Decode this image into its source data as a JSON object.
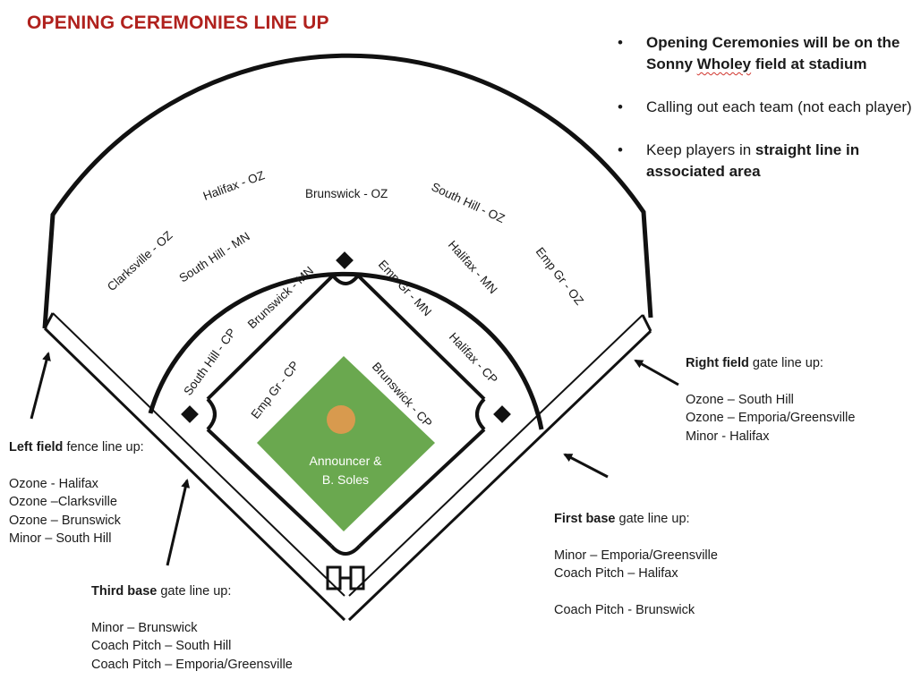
{
  "title": "OPENING CEREMONIES LINE UP",
  "colors": {
    "title": "#b0211d",
    "infield": "#6aa84f",
    "mound": "#d89a4e",
    "lines": "#111111"
  },
  "notes": [
    {
      "parts": [
        {
          "text": "Opening Ceremonies will be on the Sonny ",
          "bold": true
        },
        {
          "text": "Wholey",
          "bold": true,
          "squiggle": true
        },
        {
          "text": " field at stadium",
          "bold": true
        }
      ]
    },
    {
      "parts": [
        {
          "text": "Calling out each team (not each player)",
          "bold": false
        }
      ]
    },
    {
      "parts": [
        {
          "text": "Keep players in ",
          "bold": false
        },
        {
          "text": "straight line in associated area",
          "bold": true
        }
      ]
    }
  ],
  "outfield_labels": [
    {
      "id": "clarksville-oz",
      "text": "Clarksville - OZ"
    },
    {
      "id": "halifax-oz",
      "text": "Halifax - OZ"
    },
    {
      "id": "brunswick-oz",
      "text": "Brunswick - OZ"
    },
    {
      "id": "south-hill-oz",
      "text": "South Hill - OZ"
    },
    {
      "id": "emp-gr-oz",
      "text": "Emp Gr - OZ"
    },
    {
      "id": "south-hill-mn",
      "text": "South Hill - MN"
    },
    {
      "id": "halifax-mn",
      "text": "Halifax - MN"
    },
    {
      "id": "south-hill-cp",
      "text": "South Hill - CP"
    },
    {
      "id": "brunswick-mn",
      "text": "Brunswick - MN"
    },
    {
      "id": "emp-gr-mn",
      "text": "Emp Gr - MN"
    },
    {
      "id": "halifax-cp",
      "text": "Halifax - CP"
    },
    {
      "id": "emp-gr-cp",
      "text": "Emp Gr - CP"
    },
    {
      "id": "brunswick-cp",
      "text": "Brunswick - CP"
    }
  ],
  "announcer": {
    "line1": "Announcer &",
    "line2": "B. Soles"
  },
  "right_field": {
    "head_bold": "Right field",
    "head_rest": " gate line up:",
    "lines": [
      "Ozone – South Hill",
      "Ozone – Emporia/Greensville",
      "Minor - Halifax"
    ]
  },
  "left_field": {
    "head_bold": "Left field",
    "head_rest": " fence line up:",
    "lines": [
      "Ozone - Halifax",
      "Ozone –Clarksville",
      "Ozone – Brunswick",
      "Minor – South Hill"
    ]
  },
  "first_base": {
    "head_bold": "First base",
    "head_rest": " gate line up:",
    "lines": [
      "Minor – Emporia/Greensville",
      "Coach Pitch – Halifax",
      "",
      "Coach Pitch - Brunswick"
    ]
  },
  "third_base": {
    "head_bold": "Third base",
    "head_rest": " gate line up:",
    "lines": [
      "Minor – Brunswick",
      "Coach Pitch – South Hill",
      "Coach Pitch – Emporia/Greensville"
    ]
  }
}
